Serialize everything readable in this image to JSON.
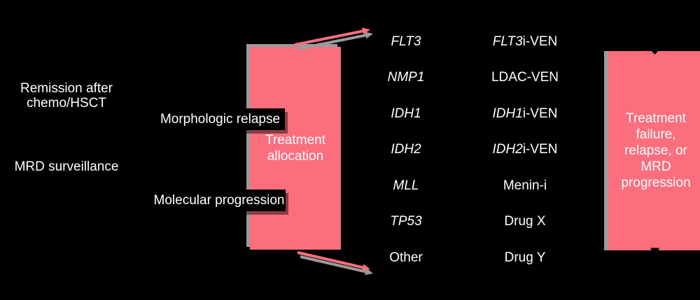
{
  "left_panel": {
    "remission_line1": "Remission after",
    "remission_line2": "chemo/HSCT",
    "mrd_surveillance": "MRD surveillance"
  },
  "branch_labels": {
    "morphologic": "Morphologic relapse",
    "molecular": "Molecular progression"
  },
  "allocation_box": {
    "line1": "Treatment",
    "line2": "allocation"
  },
  "failure_box": {
    "lines": [
      "Treatment",
      "failure,",
      "relapse, or",
      "MRD",
      "progression"
    ]
  },
  "pairs": [
    {
      "gene": "FLT3",
      "t_italic": "FLT3",
      "t_rest": "i-VEN"
    },
    {
      "gene": "NMP1",
      "t_italic": "",
      "t_rest": "LDAC-VEN"
    },
    {
      "gene": "IDH1",
      "t_italic": "IDH1",
      "t_rest": "i-VEN"
    },
    {
      "gene": "IDH2",
      "t_italic": "IDH2",
      "t_rest": "i-VEN"
    },
    {
      "gene": "MLL",
      "t_italic": "",
      "t_rest": "Menin-i"
    },
    {
      "gene": "TP53",
      "t_italic": "",
      "t_rest": "Drug X"
    },
    {
      "gene": "Other",
      "t_italic": "",
      "t_rest": "Drug Y"
    }
  ],
  "colors": {
    "background": "#000000",
    "box_pink": "#FA6E7E",
    "shadow_gray": "#9B9B9B",
    "text": "#FFFFFF"
  }
}
